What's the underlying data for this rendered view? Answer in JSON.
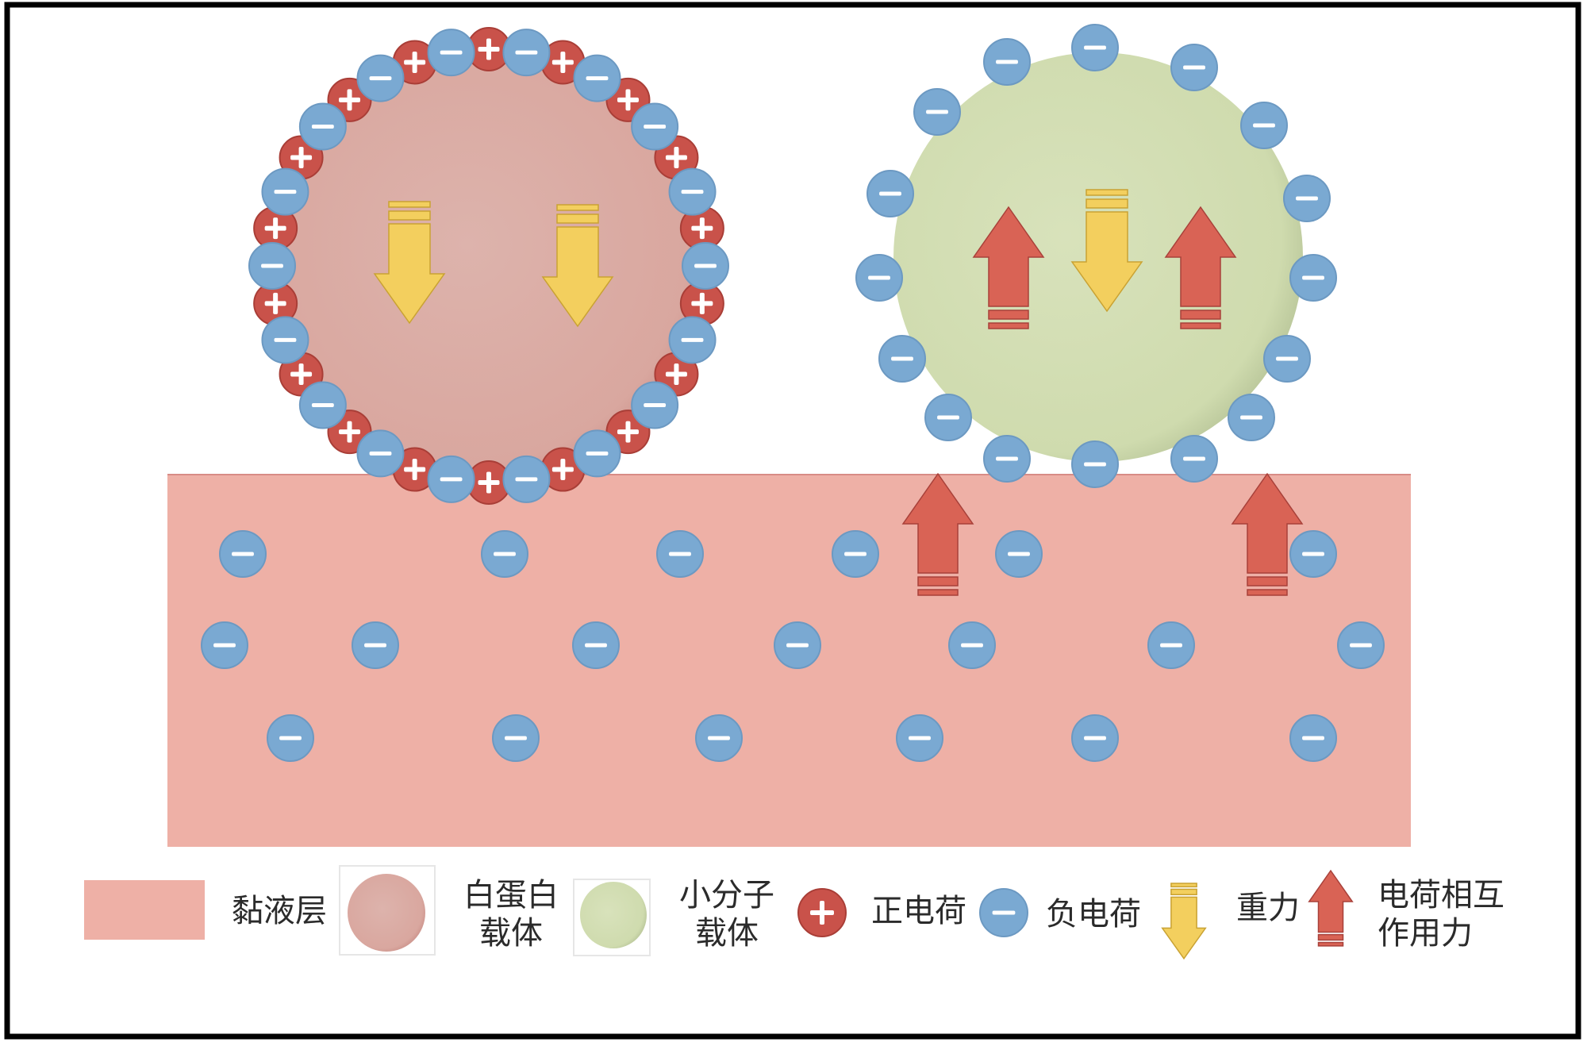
{
  "colors": {
    "mucus": "#EEB0A6",
    "protein_carrier": "#DBADA6",
    "small_molecule_carrier": "#D3DEB3",
    "positive_charge": "#C9524A",
    "negative_charge": "#7AA9D2",
    "gravity_arrow": "#F3CF5E",
    "interaction_arrow": "#D96355"
  },
  "legend": {
    "mucus_label": "黏液层",
    "protein_carrier_label_line1": "白蛋白",
    "protein_carrier_label_line2": "载体",
    "small_carrier_label_line1": "小分子",
    "small_carrier_label_line2": "载体",
    "positive_label": "正电荷",
    "negative_label": "负电荷",
    "gravity_label": "重力",
    "interaction_label_line1": "电荷相互",
    "interaction_label_line2": "作用力"
  },
  "icons": {
    "positive_symbol": "plus-icon",
    "negative_symbol": "minus-icon",
    "gravity": "down-arrow-icon",
    "interaction": "up-arrow-icon"
  }
}
